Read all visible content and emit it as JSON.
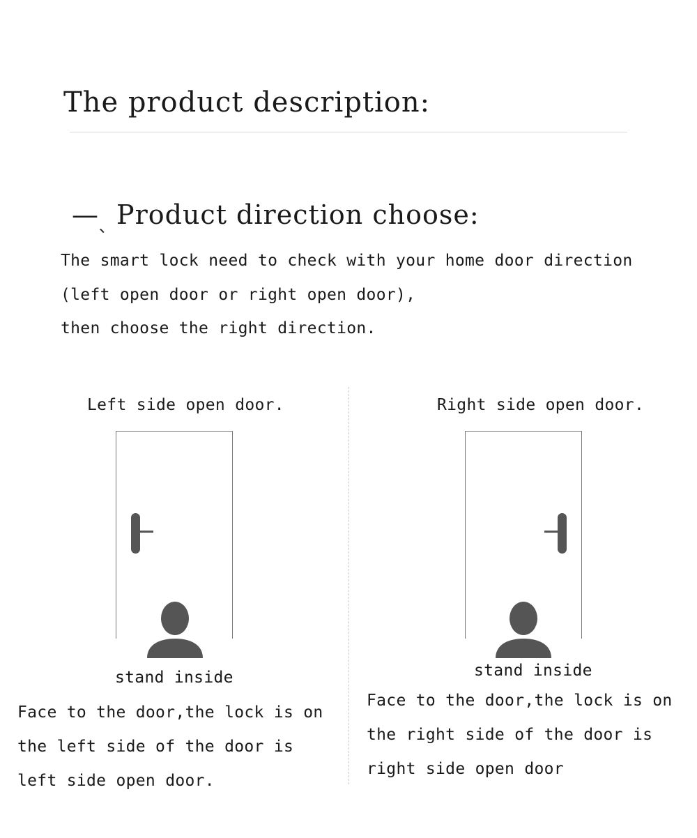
{
  "title": "The product description:",
  "section": {
    "prefix": "—",
    "mark": "、",
    "heading": "Product direction choose:"
  },
  "intro": {
    "lines": [
      "The smart lock need to check with your home door direction",
      "(left open door or right open door),",
      "then choose the right direction."
    ]
  },
  "left": {
    "title": "Left side open door.",
    "stand_label": "stand inside",
    "description": [
      "Face to the door,the lock is on",
      "the left side of the door is",
      "left side open door."
    ],
    "handle_icon": "door-handle-left-icon",
    "person_icon": "person-icon"
  },
  "right": {
    "title": "Right side open door.",
    "stand_label": "stand inside",
    "description": [
      "Face to the door,the lock is on",
      "the right side of the door is",
      "right side open door"
    ],
    "handle_icon": "door-handle-right-icon",
    "person_icon": "person-icon"
  },
  "colors": {
    "text": "#1a1a1a",
    "icon": "#555555",
    "door_outline": "#777777",
    "divider": "#c8c8c8"
  }
}
